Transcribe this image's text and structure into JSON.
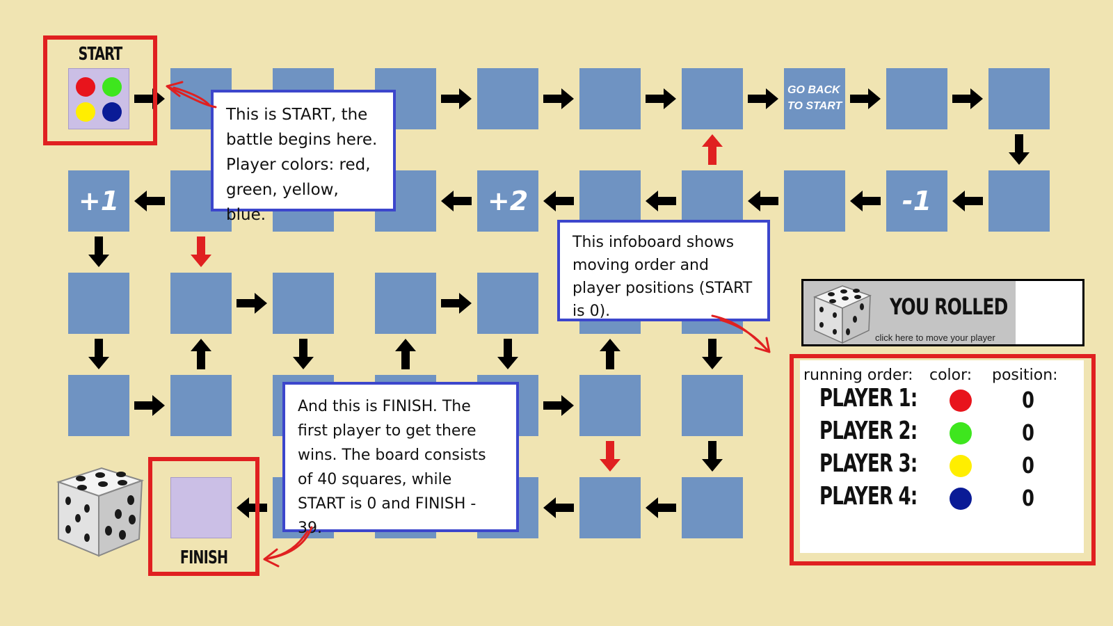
{
  "board": {
    "start_label": "START",
    "finish_label": "FINISH",
    "squares": [
      {
        "col": 1,
        "row": 0,
        "text": ""
      },
      {
        "col": 2,
        "row": 0,
        "text": ""
      },
      {
        "col": 3,
        "row": 0,
        "text": ""
      },
      {
        "col": 4,
        "row": 0,
        "text": ""
      },
      {
        "col": 5,
        "row": 0,
        "text": ""
      },
      {
        "col": 6,
        "row": 0,
        "text": ""
      },
      {
        "col": 7,
        "row": 0,
        "text": "GO BACK TO START",
        "style": "small"
      },
      {
        "col": 8,
        "row": 0,
        "text": ""
      },
      {
        "col": 9,
        "row": 0,
        "text": ""
      },
      {
        "col": 0,
        "row": 1,
        "text": "+1",
        "style": "big"
      },
      {
        "col": 1,
        "row": 1,
        "text": ""
      },
      {
        "col": 2,
        "row": 1,
        "text": ""
      },
      {
        "col": 3,
        "row": 1,
        "text": ""
      },
      {
        "col": 4,
        "row": 1,
        "text": "+2",
        "style": "big"
      },
      {
        "col": 5,
        "row": 1,
        "text": ""
      },
      {
        "col": 6,
        "row": 1,
        "text": ""
      },
      {
        "col": 7,
        "row": 1,
        "text": ""
      },
      {
        "col": 8,
        "row": 1,
        "text": "-1",
        "style": "big"
      },
      {
        "col": 9,
        "row": 1,
        "text": ""
      },
      {
        "col": 0,
        "row": 2,
        "text": ""
      },
      {
        "col": 1,
        "row": 2,
        "text": ""
      },
      {
        "col": 2,
        "row": 2,
        "text": ""
      },
      {
        "col": 3,
        "row": 2,
        "text": ""
      },
      {
        "col": 4,
        "row": 2,
        "text": ""
      },
      {
        "col": 5,
        "row": 2,
        "text": ""
      },
      {
        "col": 6,
        "row": 2,
        "text": ""
      },
      {
        "col": 0,
        "row": 3,
        "text": ""
      },
      {
        "col": 1,
        "row": 3,
        "text": ""
      },
      {
        "col": 2,
        "row": 3,
        "text": ""
      },
      {
        "col": 3,
        "row": 3,
        "text": ""
      },
      {
        "col": 4,
        "row": 3,
        "text": ""
      },
      {
        "col": 5,
        "row": 3,
        "text": ""
      },
      {
        "col": 6,
        "row": 3,
        "text": ""
      },
      {
        "col": 2,
        "row": 4,
        "text": ""
      },
      {
        "col": 3,
        "row": 4,
        "text": ""
      },
      {
        "col": 4,
        "row": 4,
        "text": ""
      },
      {
        "col": 5,
        "row": 4,
        "text": ""
      },
      {
        "col": 6,
        "row": 4,
        "text": ""
      }
    ],
    "arrows": [
      {
        "col": 0,
        "row": 0,
        "dir": "right",
        "color": "#000000"
      },
      {
        "col": 3,
        "row": 0,
        "dir": "right",
        "color": "#000000"
      },
      {
        "col": 4,
        "row": 0,
        "dir": "right",
        "color": "#000000"
      },
      {
        "col": 5,
        "row": 0,
        "dir": "right",
        "color": "#000000"
      },
      {
        "col": 6,
        "row": 0,
        "dir": "right",
        "color": "#000000"
      },
      {
        "col": 7,
        "row": 0,
        "dir": "right",
        "color": "#000000"
      },
      {
        "col": 8,
        "row": 0,
        "dir": "right",
        "color": "#000000"
      },
      {
        "col": 9,
        "row": 0,
        "dir": "down",
        "color": "#000000"
      },
      {
        "col": 0,
        "row": 1,
        "dir": "left",
        "color": "#000000"
      },
      {
        "col": 3,
        "row": 1,
        "dir": "left",
        "color": "#000000"
      },
      {
        "col": 4,
        "row": 1,
        "dir": "left",
        "color": "#000000"
      },
      {
        "col": 5,
        "row": 1,
        "dir": "left",
        "color": "#000000"
      },
      {
        "col": 6,
        "row": 1,
        "dir": "left",
        "color": "#000000"
      },
      {
        "col": 7,
        "row": 1,
        "dir": "left",
        "color": "#000000"
      },
      {
        "col": 8,
        "row": 1,
        "dir": "left",
        "color": "#000000"
      },
      {
        "col": 6,
        "row": 0,
        "dir": "up",
        "color": "#e02020"
      },
      {
        "col": 0,
        "row": 1,
        "dir": "down",
        "color": "#000000"
      },
      {
        "col": 1,
        "row": 1,
        "dir": "down",
        "color": "#e02020"
      },
      {
        "col": 1,
        "row": 2,
        "dir": "right",
        "color": "#000000"
      },
      {
        "col": 3,
        "row": 2,
        "dir": "right",
        "color": "#000000"
      },
      {
        "col": 0,
        "row": 2,
        "dir": "down",
        "color": "#000000"
      },
      {
        "col": 1,
        "row": 2,
        "dir": "up",
        "color": "#000000"
      },
      {
        "col": 2,
        "row": 2,
        "dir": "down",
        "color": "#000000"
      },
      {
        "col": 3,
        "row": 2,
        "dir": "up",
        "color": "#000000"
      },
      {
        "col": 4,
        "row": 2,
        "dir": "down",
        "color": "#000000"
      },
      {
        "col": 5,
        "row": 2,
        "dir": "up",
        "color": "#000000"
      },
      {
        "col": 6,
        "row": 2,
        "dir": "down",
        "color": "#000000"
      },
      {
        "col": 0,
        "row": 3,
        "dir": "right",
        "color": "#000000"
      },
      {
        "col": 4,
        "row": 3,
        "dir": "right",
        "color": "#000000"
      },
      {
        "col": 5,
        "row": 3,
        "dir": "down",
        "color": "#e02020"
      },
      {
        "col": 6,
        "row": 3,
        "dir": "down",
        "color": "#000000"
      },
      {
        "col": 1,
        "row": 4,
        "dir": "left",
        "color": "#000000"
      },
      {
        "col": 4,
        "row": 4,
        "dir": "left",
        "color": "#000000"
      },
      {
        "col": 5,
        "row": 4,
        "dir": "left",
        "color": "#000000"
      }
    ]
  },
  "tokens": [
    {
      "player": "red",
      "color": "#e8141c"
    },
    {
      "player": "green",
      "color": "#3ee61e"
    },
    {
      "player": "yellow",
      "color": "#ffee00"
    },
    {
      "player": "blue",
      "color": "#0a1b96"
    }
  ],
  "callouts": {
    "start": "This is START, the battle begins here. Player colors: red, green, yellow, blue.",
    "infoboard": "This infoboard shows moving order and player positions (START is 0).",
    "finish": "And this is FINISH. The first player to get there wins. The board consists of 40 squares, while START is 0 and FINISH - 39."
  },
  "roll_box": {
    "title": "YOU ROLLED",
    "hint": "click here to move your player",
    "dice_icon": "dice-icon"
  },
  "infoboard": {
    "header_order": "running order:",
    "header_color": "color:",
    "header_position": "position:",
    "players": [
      {
        "name": "PLAYER 1:",
        "color": "#e8141c",
        "position": "0"
      },
      {
        "name": "PLAYER 2:",
        "color": "#3ee61e",
        "position": "0"
      },
      {
        "name": "PLAYER 3:",
        "color": "#ffee00",
        "position": "0"
      },
      {
        "name": "PLAYER 4:",
        "color": "#0a1b96",
        "position": "0"
      }
    ]
  },
  "colors": {
    "background": "#f0e4b2",
    "square": "#6f93c2",
    "start_finish_square": "#cbbfe6",
    "highlight_frame": "#e02020",
    "callout_border": "#3c46cc"
  }
}
